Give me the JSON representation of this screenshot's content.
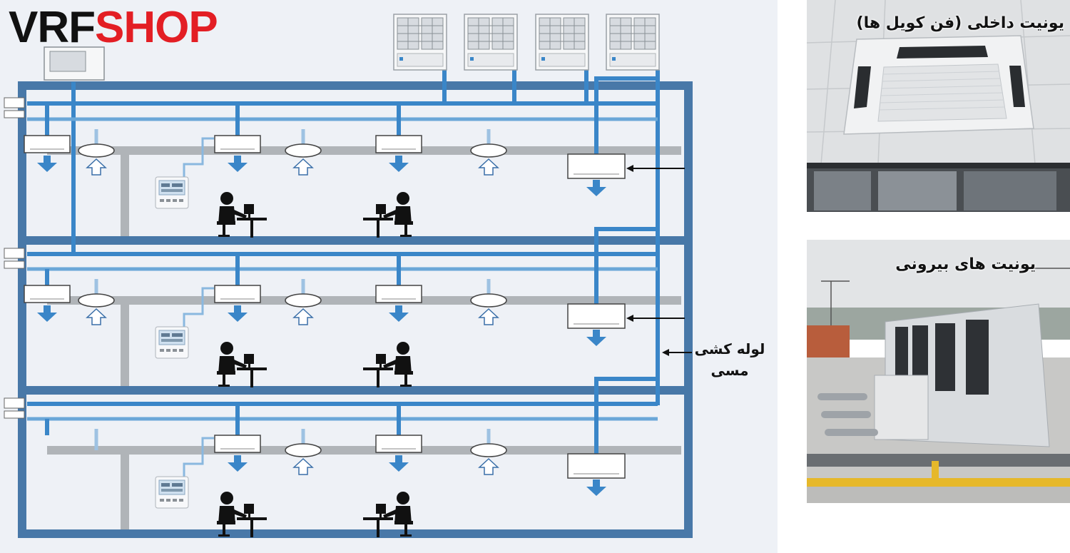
{
  "logo": {
    "part1": "VRF",
    "part2": "SHOP"
  },
  "labels": {
    "copper_piping": "لوله کشی مسی",
    "indoor_unit": "یونیت داخلی (فن کویل ها)",
    "outdoor_units": "یونیت های بیرونی"
  },
  "colors": {
    "logo_black": "#111111",
    "logo_red": "#e31e24",
    "refrigerant_pipe": "#3a86c8",
    "building_frame": "#4878a8",
    "return_duct": "#b0b4b8",
    "background": "#eef1f6"
  },
  "icons": [
    "outdoor-condenser-icon",
    "indoor-fan-coil-icon",
    "air-supply-arrow-icon",
    "air-return-arrow-icon",
    "wall-controller-icon",
    "office-worker-icon",
    "pipe-pointer-arrow-icon"
  ]
}
